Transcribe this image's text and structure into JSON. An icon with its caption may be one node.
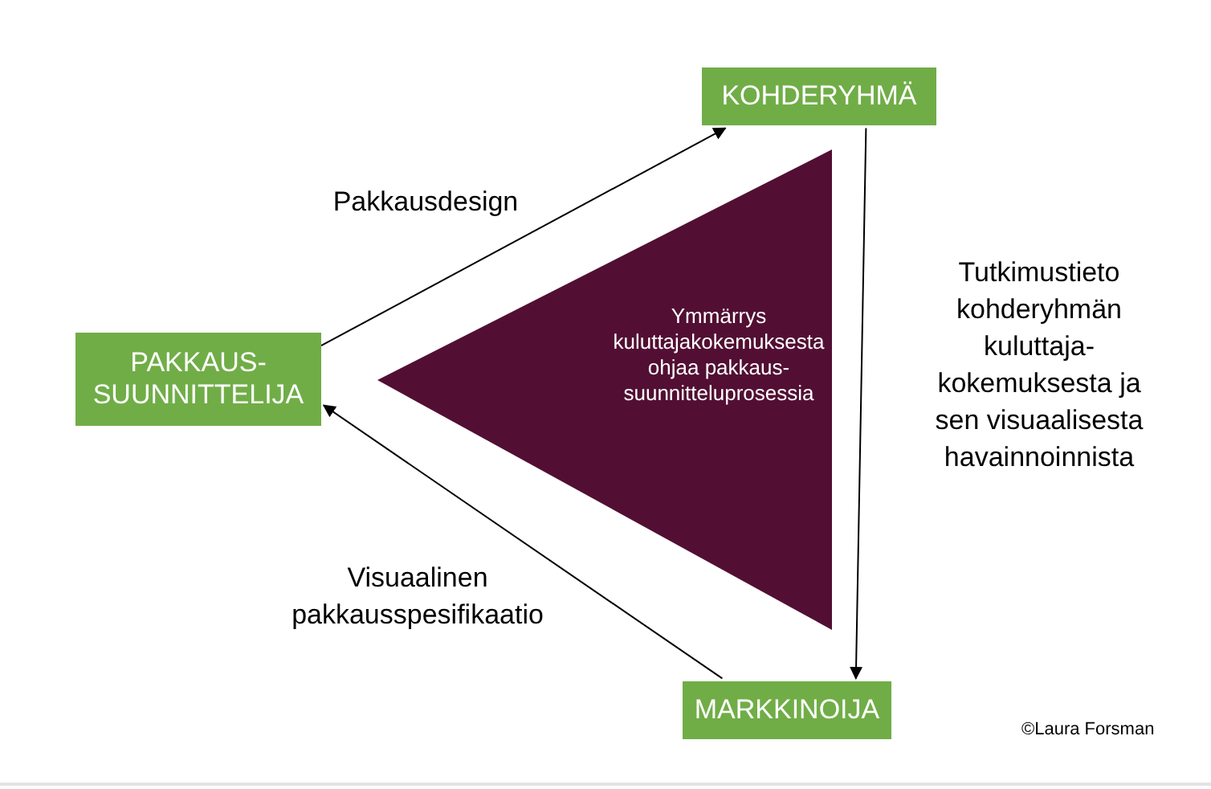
{
  "diagram": {
    "nodes": [
      {
        "text": [
          "KOHDERYHMÄ"
        ]
      },
      {
        "text": [
          "PAKKAUS-SUUNNITTELIJA"
        ]
      },
      {
        "text": [
          "MARKKINOIJA"
        ]
      },
      {
        "text": [
          "Ymmärrys kuluttajakokemuksesta ohjaa pakkaus-suunnitteluprosessia"
        ]
      }
    ],
    "edges": [
      {
        "from": 1,
        "to": 0,
        "arrow": "to",
        "label": "Pakkausdesign"
      },
      {
        "from": 0,
        "to": 2,
        "arrow": "to",
        "label": "Tutkimustieto kohderyhmän kuluttaja-kokemuksesta ja sen visuaalisesta havainnoinnista"
      },
      {
        "from": 2,
        "to": 1,
        "arrow": "to",
        "label": "Visuaalinen pakkausspesifikaatio"
      }
    ],
    "labels": [
      "©Laura Forsman"
    ]
  }
}
